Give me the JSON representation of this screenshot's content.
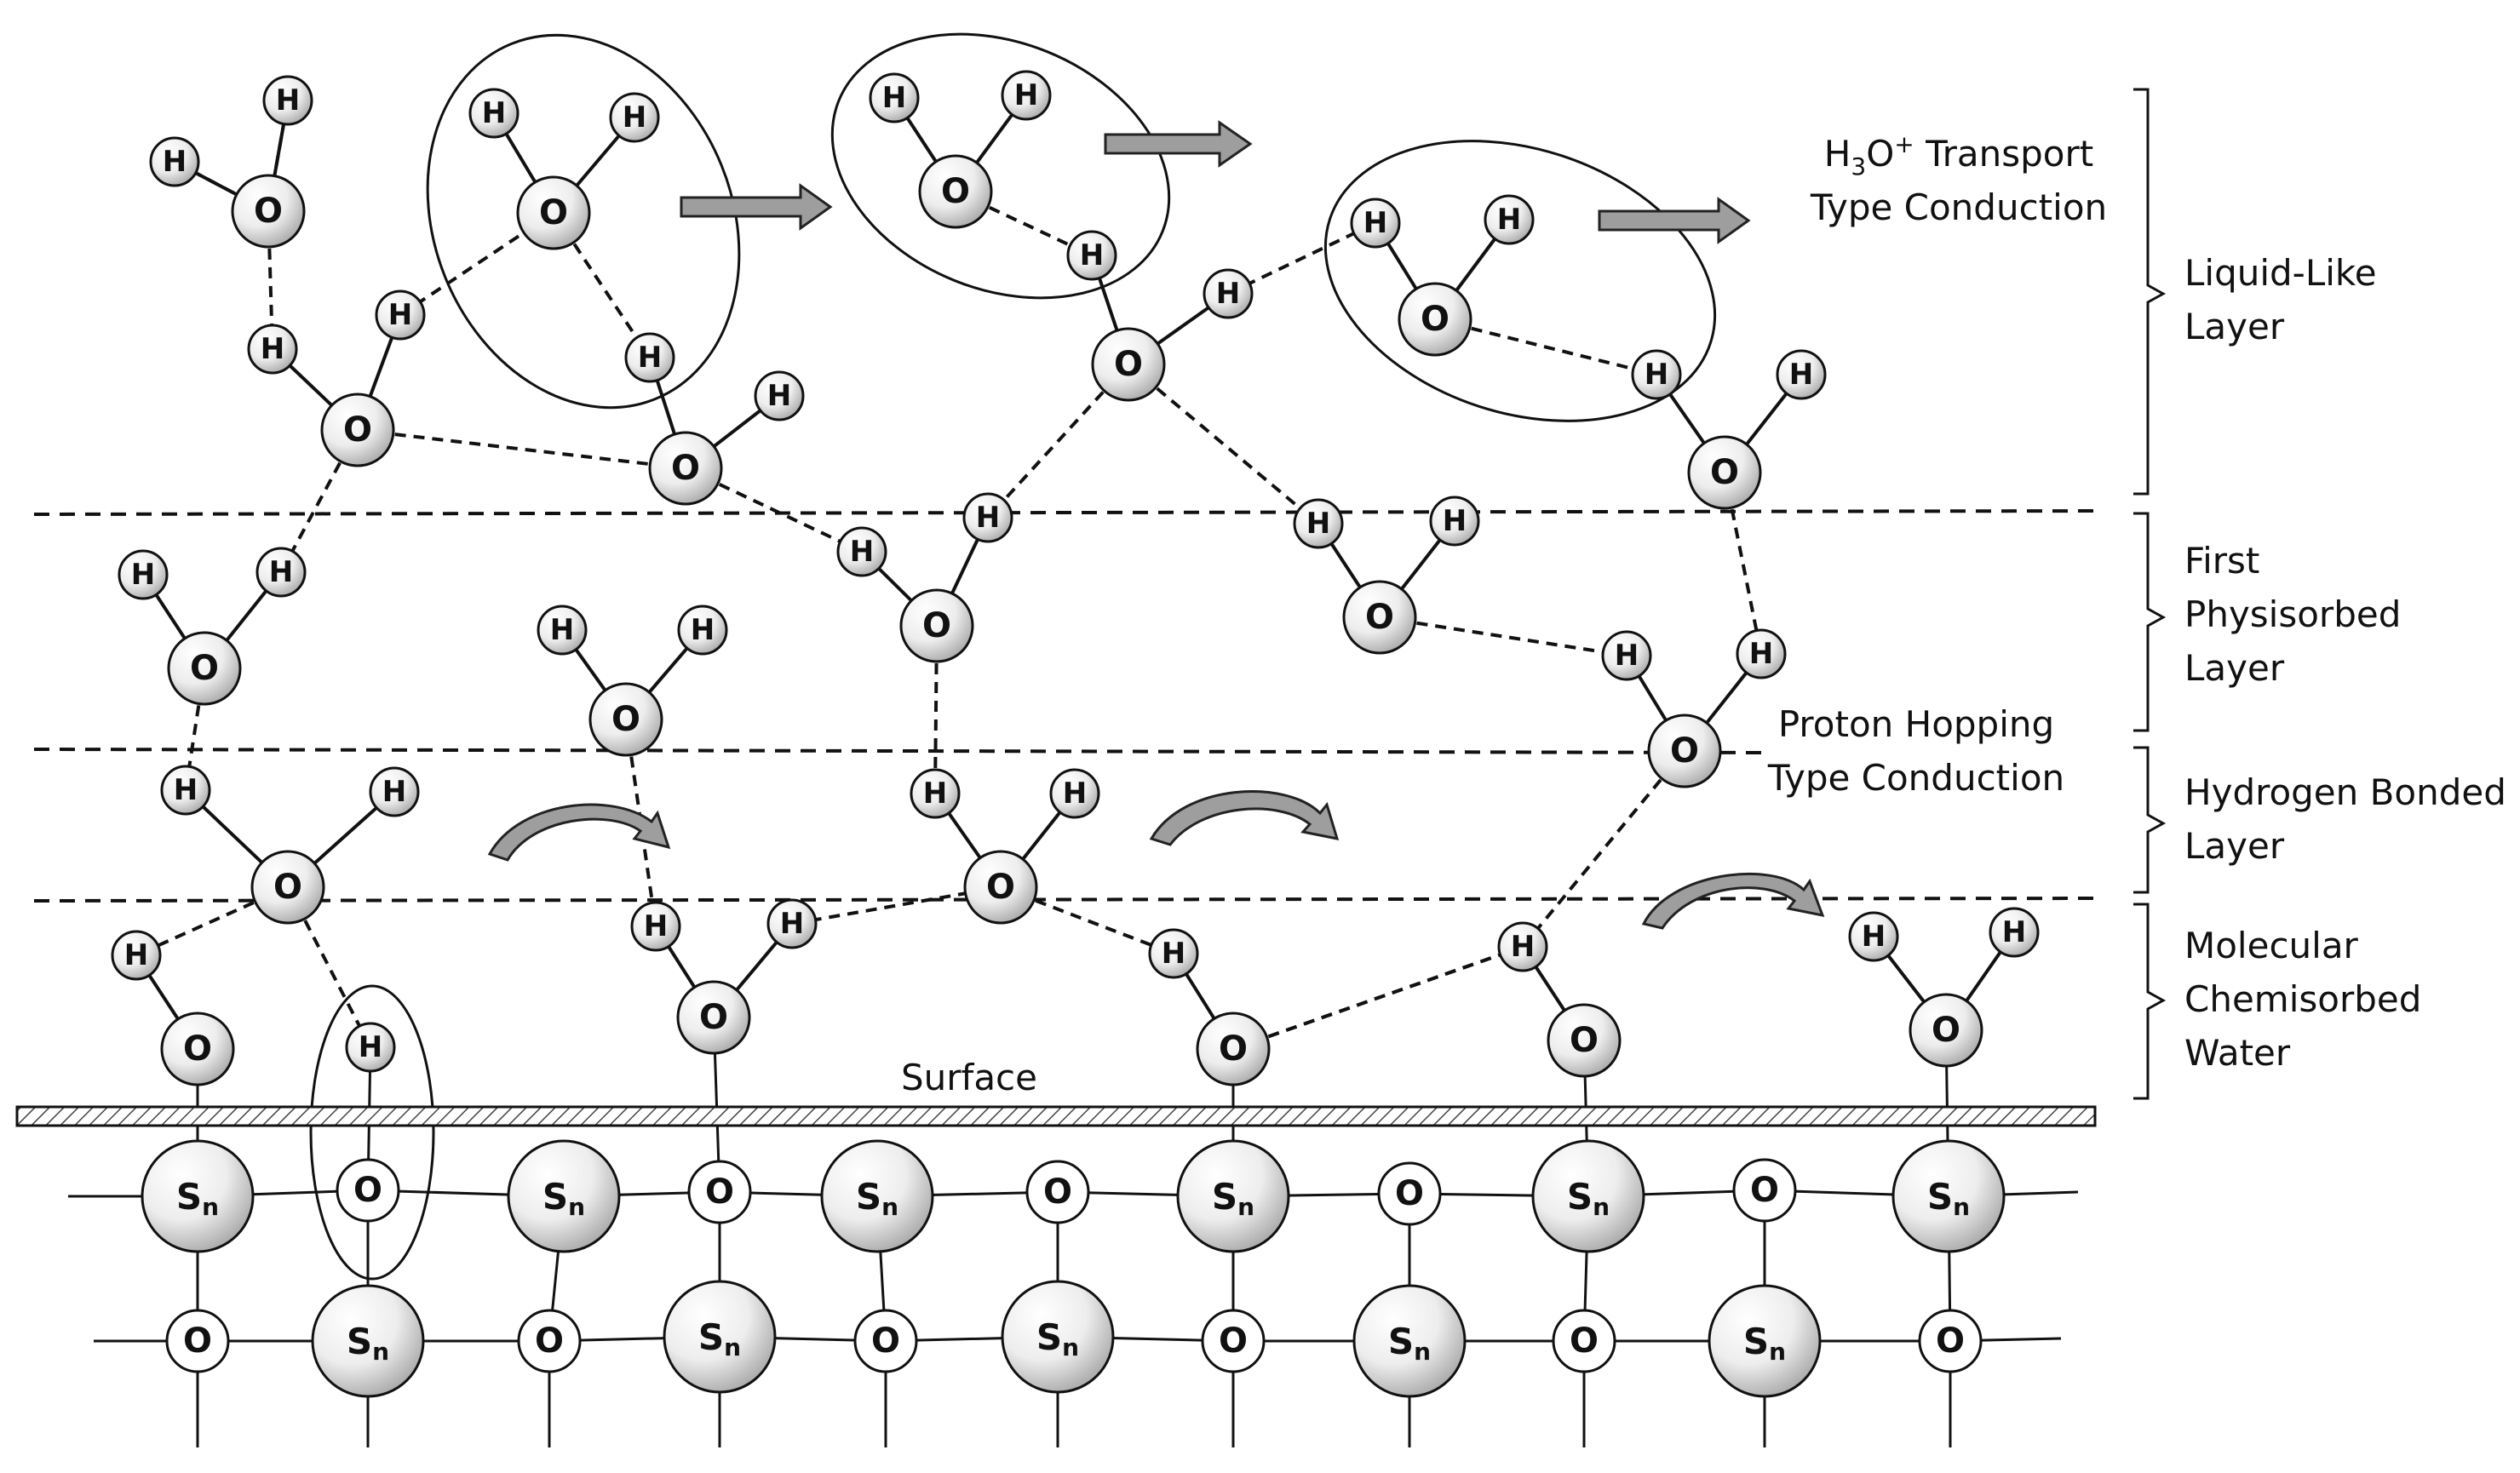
{
  "labels": {
    "surface": "Surface",
    "h3o_transport_line1": "H3O+ Transport",
    "h3o_transport_line2": "Type Conduction",
    "proton_hopping_line1": "Proton Hopping",
    "proton_hopping_line2": "Type Conduction",
    "liquid_like_line1": "Liquid-Like",
    "liquid_like_line2": "Layer",
    "first_physisorbed_line1": "First",
    "first_physisorbed_line2": "Physisorbed",
    "first_physisorbed_line3": "Layer",
    "hydrogen_bonded_line1": "Hydrogen Bonded",
    "hydrogen_bonded_line2": "Layer",
    "molecular_chemisorbed_line1": "Molecular",
    "molecular_chemisorbed_line2": "Chemisorbed",
    "molecular_chemisorbed_line3": "Water"
  },
  "atom_symbols": {
    "oxygen": "O",
    "hydrogen": "H",
    "tin": "Sn"
  },
  "colors": {
    "atom_fill_light": "#ffffff",
    "atom_fill_dark": "#bdbdbd",
    "arrow_fill": "#9e9e9e",
    "line": "#111111"
  }
}
